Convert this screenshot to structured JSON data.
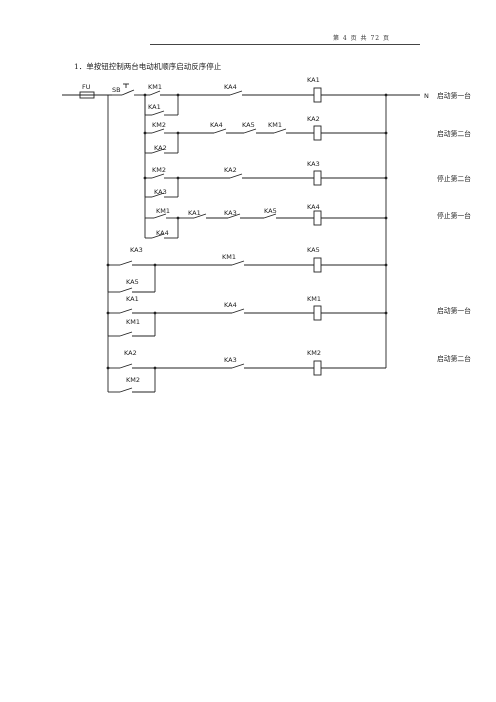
{
  "header": {
    "page_text": "第 4 页 共 72 页"
  },
  "title": "1．单按钮控制两台电动机顺序启动反序停止",
  "diagram": {
    "fuse": "FU",
    "switch": "SB",
    "neutral": "N",
    "rung1": {
      "aux": "KM1",
      "hold": "KA1",
      "c1": "KA4",
      "coil": "KA1",
      "note": "启动第一台"
    },
    "rung2": {
      "aux": "KM2",
      "hold": "KA2",
      "c1": "KA4",
      "c2": "KA5",
      "c3": "KM1",
      "coil": "KA2",
      "note": "启动第二台"
    },
    "rung3": {
      "aux": "KM2",
      "hold": "KA3",
      "c1": "KA2",
      "coil": "KA3",
      "note": "停止第二台"
    },
    "rung4": {
      "aux": "KM1",
      "hold": "KA4",
      "c1": "KA1",
      "c2": "KA3",
      "c3": "KA5",
      "coil": "KA4",
      "note": "停止第一台"
    },
    "rung5": {
      "c0": "KA3",
      "hold": "KA5",
      "c1": "KM1",
      "coil": "KA5"
    },
    "rung6": {
      "c0": "KA1",
      "hold": "KM1",
      "c1": "KA4",
      "coil": "KM1",
      "note": "启动第一台"
    },
    "rung7": {
      "c0": "KA2",
      "hold": "KM2",
      "c1": "KA3",
      "coil": "KM2",
      "note": "启动第二台"
    }
  }
}
